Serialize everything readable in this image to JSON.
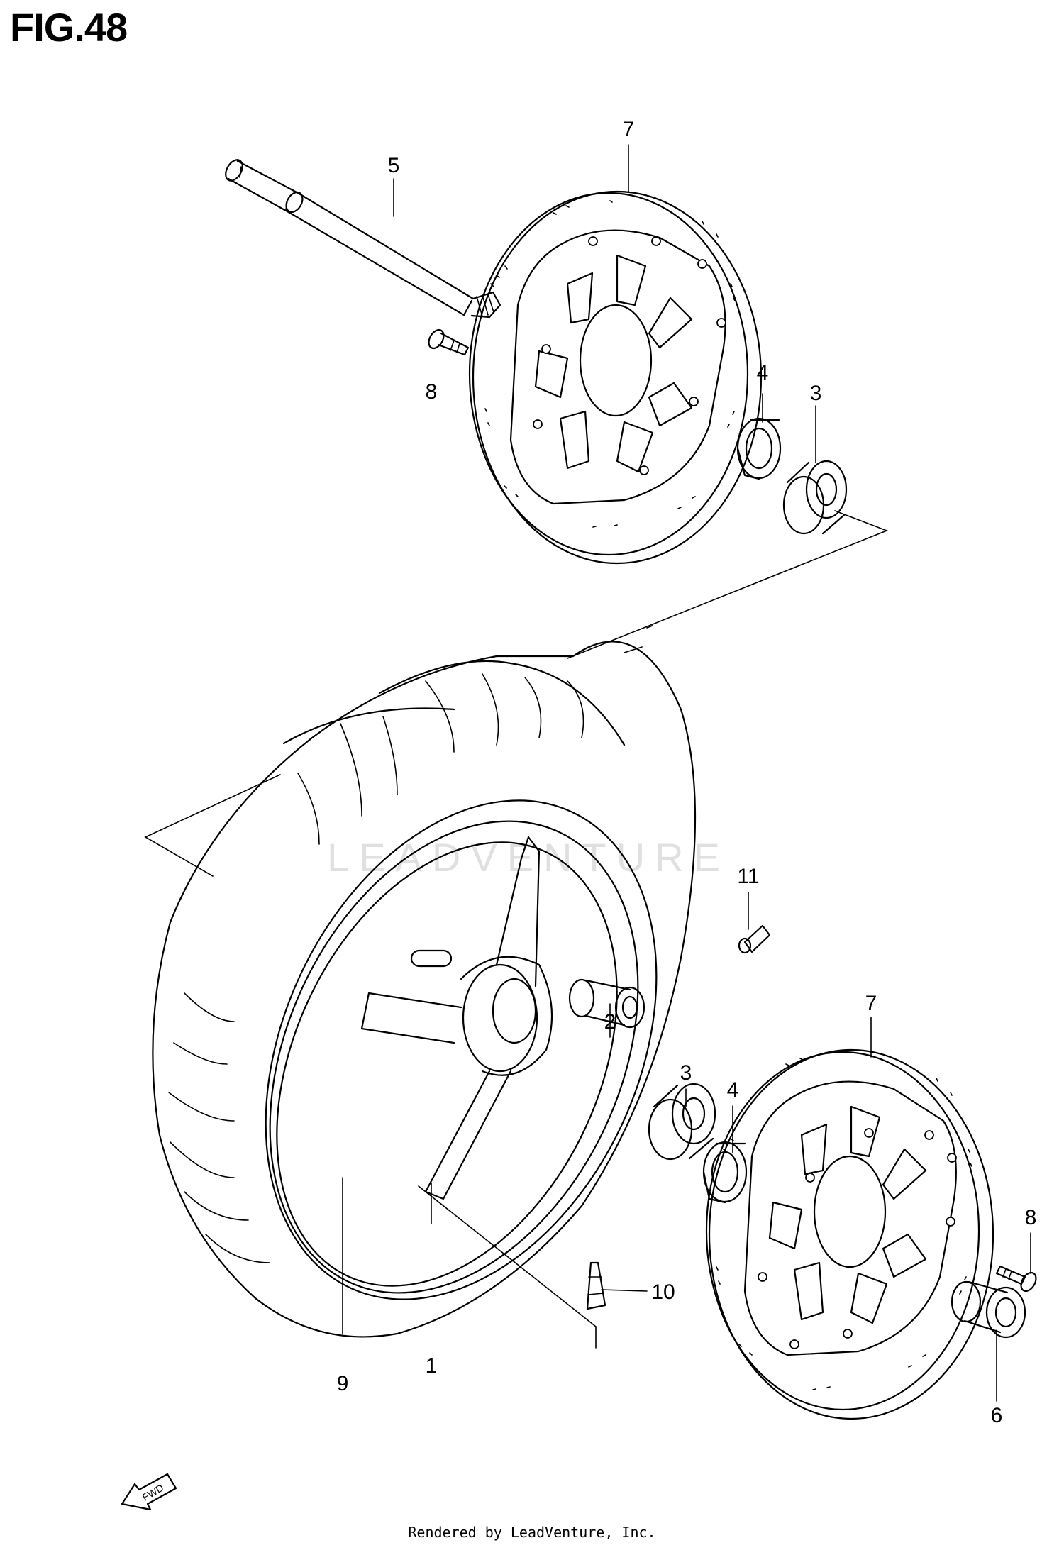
{
  "figure": {
    "title": "FIG.48"
  },
  "watermark": "LEADVENTURE",
  "footer": "Rendered by LeadVenture, Inc.",
  "fwd_label": "FWD",
  "callouts": {
    "c1": "1",
    "c2": "2",
    "c3a": "3",
    "c3b": "3",
    "c4a": "4",
    "c4b": "4",
    "c5": "5",
    "c6": "6",
    "c7a": "7",
    "c7b": "7",
    "c8a": "8",
    "c8b": "8",
    "c9": "9",
    "c10": "10",
    "c11": "11"
  },
  "icons": [
    "axle",
    "brake-disc",
    "bearing",
    "dust-seal",
    "spacer",
    "wheel",
    "tire",
    "valve",
    "balance-weight",
    "bolt",
    "fwd-arrow"
  ]
}
